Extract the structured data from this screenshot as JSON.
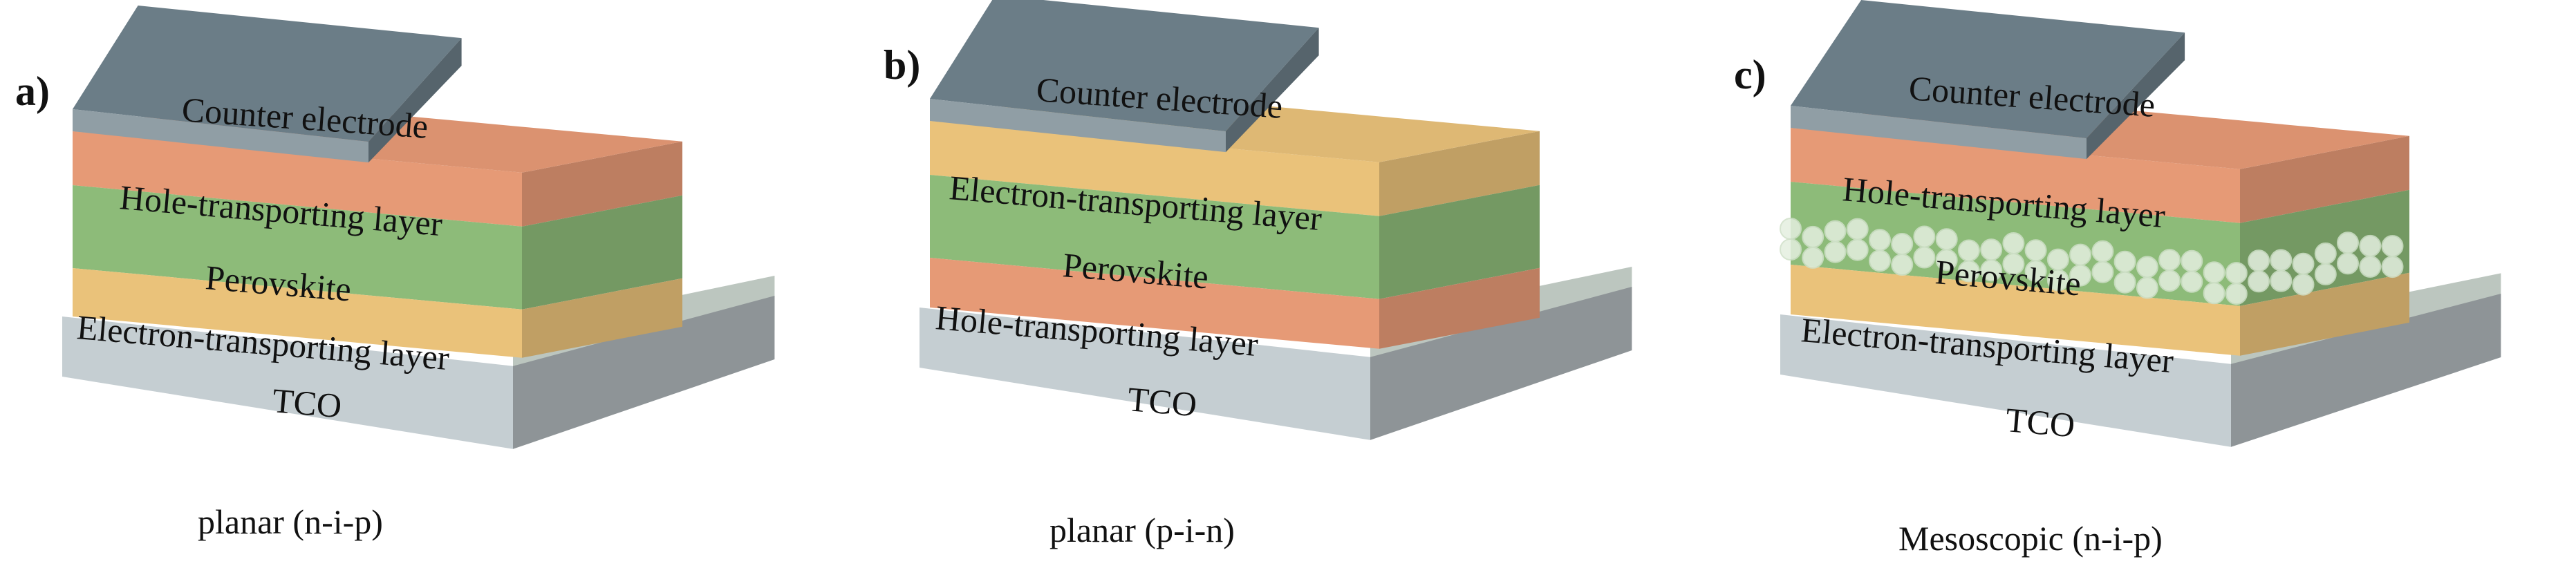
{
  "colors": {
    "counter_electrode": "#6b7d87",
    "hole_transport": "#e69a76",
    "electron_transport": "#eac27a",
    "perovskite": "#8dbb79",
    "tco": "#c5ced2",
    "mesoporous_beads": "#e4efe0"
  },
  "panels": [
    {
      "letter": "a)",
      "caption": "planar (n-i-p)",
      "counter_label": "Counter electrode",
      "layers": [
        {
          "label": "Hole-transporting layer",
          "type": "hole_transport"
        },
        {
          "label": "Perovskite",
          "type": "perovskite"
        },
        {
          "label": "Electron-transporting layer",
          "type": "electron_transport"
        }
      ],
      "substrate_label": "TCO"
    },
    {
      "letter": "b)",
      "caption": "planar (p-i-n)",
      "counter_label": "Counter electrode",
      "layers": [
        {
          "label": "Electron-transporting layer",
          "type": "electron_transport"
        },
        {
          "label": "Perovskite",
          "type": "perovskite"
        },
        {
          "label": "Hole-transporting layer",
          "type": "hole_transport"
        }
      ],
      "substrate_label": "TCO"
    },
    {
      "letter": "c)",
      "caption": "Mesoscopic (n-i-p)",
      "counter_label": "Counter electrode",
      "layers": [
        {
          "label": "Hole-transporting layer",
          "type": "hole_transport"
        },
        {
          "label": "Perovskite",
          "type": "perovskite"
        },
        {
          "label": "Electron-transporting layer",
          "type": "electron_transport"
        }
      ],
      "substrate_label": "TCO",
      "mesoporous": true
    }
  ]
}
